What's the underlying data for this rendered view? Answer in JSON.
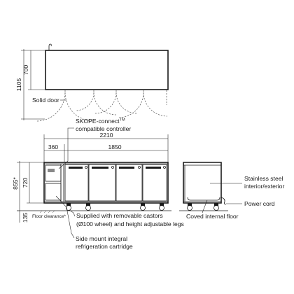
{
  "diagram": {
    "top_view": {
      "depth_dim": "700",
      "total_height_dim": "1105",
      "door_label": "Solid door"
    },
    "front_view": {
      "width_total": "2210",
      "width_left": "360",
      "width_right": "1850",
      "height_body": "720",
      "height_total": "855*",
      "height_legs": "135",
      "floor_clearance": "Floor clearance*",
      "controller_label_line1": "SKOPE-connect",
      "controller_label_tm": "TM",
      "controller_label_line2": "compatible controller",
      "castors_line1": "Supplied with removable castors",
      "castors_line2": "(Ø100 wheel) and height adjustable legs",
      "cartridge_line1": "Side mount integral",
      "cartridge_line2": "refrigeration cartridge"
    },
    "side_view": {
      "steel_line1": "Stainless steel",
      "steel_line2": "interior/exterior",
      "power_cord": "Power cord",
      "coved_floor": "Coved internal floor"
    }
  }
}
